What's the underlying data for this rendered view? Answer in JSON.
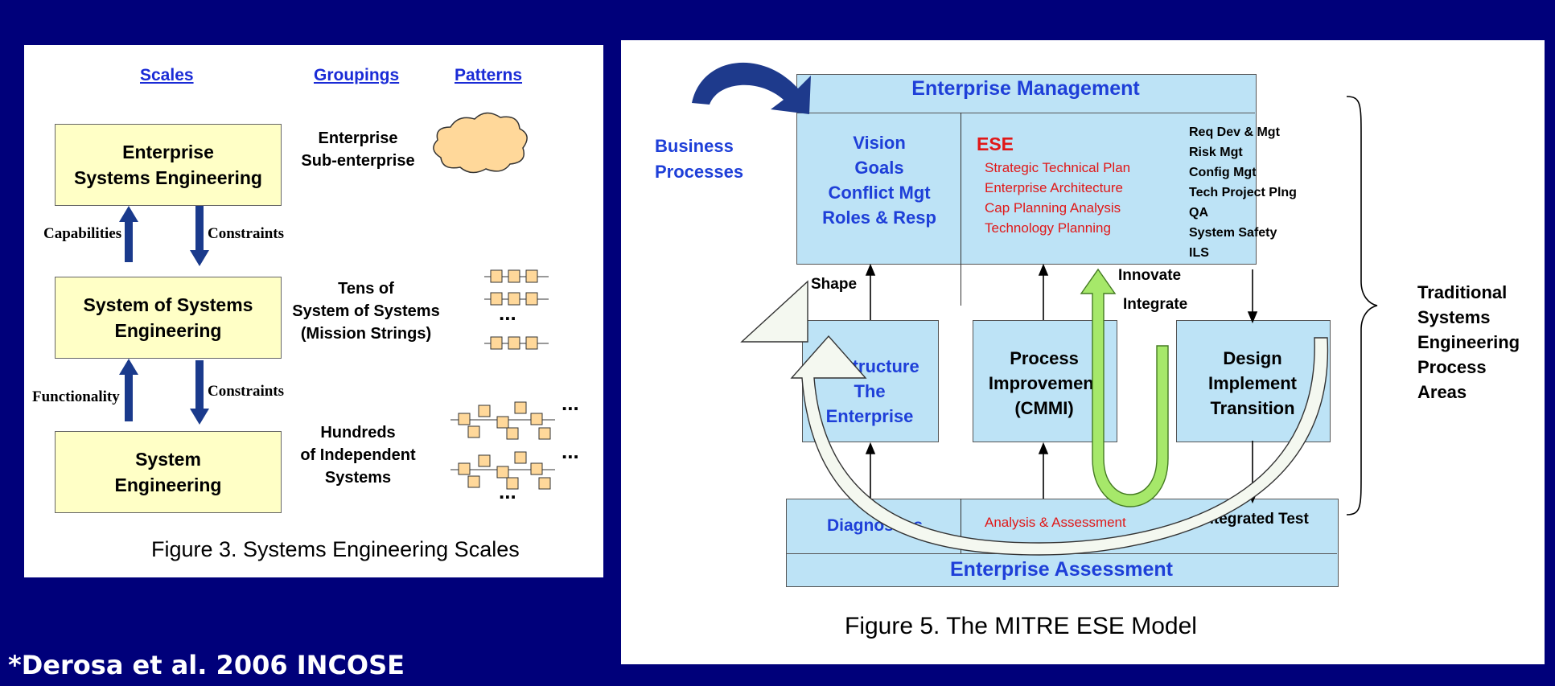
{
  "left": {
    "headers": [
      "Scales",
      "Groupings",
      "Patterns"
    ],
    "boxes": [
      {
        "line1": "Enterprise",
        "line2": "Systems Engineering"
      },
      {
        "line1": "System of Systems",
        "line2": "Engineering"
      },
      {
        "line1": "System",
        "line2": "Engineering"
      }
    ],
    "arrows": {
      "up1": "Capabilities",
      "down1": "Constraints",
      "up2": "Functionality",
      "down2": "Constraints"
    },
    "groupings": [
      {
        "line1": "Enterprise",
        "line2": "Sub-enterprise",
        "line3": ""
      },
      {
        "line1": "Tens of",
        "line2": "System of Systems",
        "line3": "(Mission Strings)"
      },
      {
        "line1": "Hundreds",
        "line2": "of Independent",
        "line3": "Systems"
      }
    ],
    "ellipsis": "...",
    "caption": "Figure 3.  Systems Engineering Scales"
  },
  "right": {
    "top_title": "Enterprise Management",
    "business_processes": {
      "line1": "Business",
      "line2": "Processes"
    },
    "vision": [
      "Vision",
      "Goals",
      "Conflict Mgt",
      "Roles & Resp"
    ],
    "ese_title": "ESE",
    "ese_items": [
      "Strategic Technical Plan",
      "Enterprise Architecture",
      "Cap Planning Analysis",
      "Technology Planning"
    ],
    "mgmt_items": [
      "Req Dev & Mgt",
      "Risk Mgt",
      "Config Mgt",
      "Tech Project Plng",
      "QA",
      "System Safety",
      "ILS"
    ],
    "shape": "Shape",
    "innovate": "Innovate",
    "integrate": "Integrate",
    "restructure": [
      "Restructure",
      "The",
      "Enterprise"
    ],
    "process_improvement": [
      "Process",
      "Improvement",
      "(CMMI)"
    ],
    "design": [
      "Design",
      "Implement",
      "Transition"
    ],
    "diagnostics": "Diagnostics",
    "analysis": "Analysis & Assessment",
    "integrated_test": "Integrated Test",
    "bottom_title": "Enterprise Assessment",
    "traditional": [
      "Traditional",
      "Systems",
      "Engineering",
      "Process",
      "Areas"
    ],
    "caption": "Figure 5.  The MITRE ESE Model"
  },
  "footnote": "*Derosa et al.  2006 INCOSE"
}
